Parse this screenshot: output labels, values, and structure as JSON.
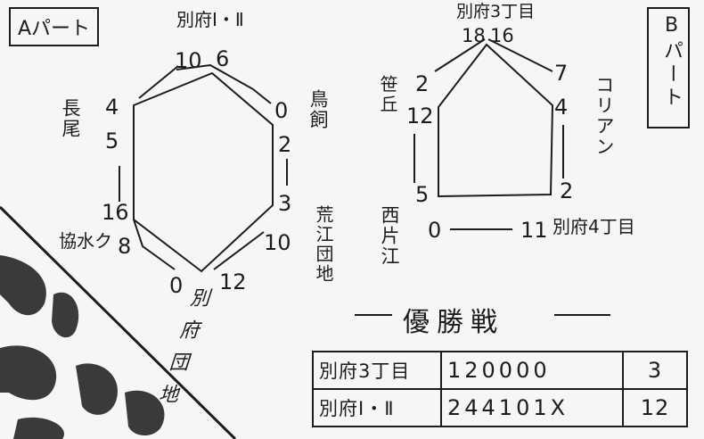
{
  "a_part": {
    "label": "Aパート",
    "teams": {
      "top": "別府Ⅰ・Ⅱ",
      "right_upper": "鳥飼",
      "right_lower": "荒江団地",
      "bottom": "別府団地",
      "left_lower": "協水ク",
      "left_upper": "長尾"
    },
    "scores": {
      "top_left": "10",
      "top_right": "6",
      "upper_right_a": "0",
      "upper_right_b": "2",
      "right_a": "3",
      "right_b": "10",
      "lower_right": "12",
      "bottom_left": "0",
      "lower_left_a": "8",
      "lower_left_b": "16",
      "left_a": "5",
      "left_b": "4"
    }
  },
  "b_part": {
    "label": "Bパート",
    "teams": {
      "top": "別府3丁目",
      "right": "コリアン",
      "bottom_right": "別府4丁目",
      "bottom_left": "西片江",
      "left": "笹丘"
    },
    "scores": {
      "top_left": "18",
      "top_right": "16",
      "right_a": "7",
      "right_b": "4",
      "right_c": "2",
      "left_a": "2",
      "left_b": "12",
      "left_c": "5",
      "bottom_left": "0",
      "bottom_right": "11"
    }
  },
  "final": {
    "title": "優勝戦",
    "rows": [
      {
        "team": "別府3丁目",
        "innings": "120000",
        "total": "3"
      },
      {
        "team": "別府Ⅰ・Ⅱ",
        "innings": "244101X",
        "total": "12"
      }
    ]
  }
}
